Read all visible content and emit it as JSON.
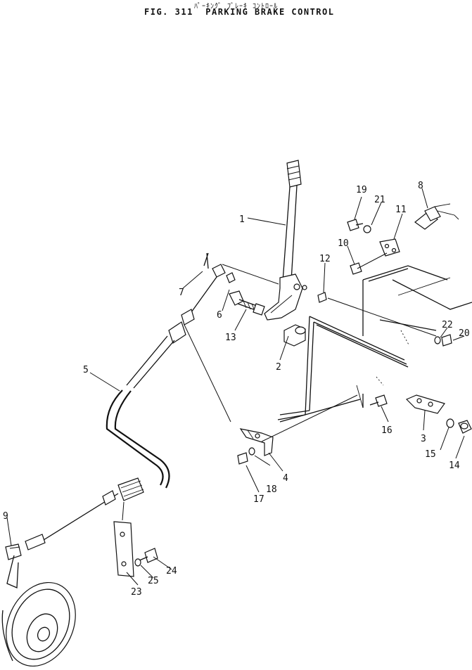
{
  "header": {
    "title_jp": "ﾊﾟｰｷﾝｸﾞ ﾌﾞﾚｰｷ ｺﾝﾄﾛｰﾙ",
    "figure_number": "FIG. 311",
    "title": "PARKING BRAKE CONTROL"
  },
  "callouts": {
    "c1": "1",
    "c2": "2",
    "c3": "3",
    "c4": "4",
    "c5": "5",
    "c6": "6",
    "c7": "7",
    "c8": "8",
    "c9": "9",
    "c10": "10",
    "c11": "11",
    "c12": "12",
    "c13": "13",
    "c14": "14",
    "c15": "15",
    "c16": "16",
    "c17": "17",
    "c18": "18",
    "c19": "19",
    "c20": "20",
    "c21": "21",
    "c22": "22",
    "c23": "23",
    "c24": "24",
    "c25": "25"
  }
}
